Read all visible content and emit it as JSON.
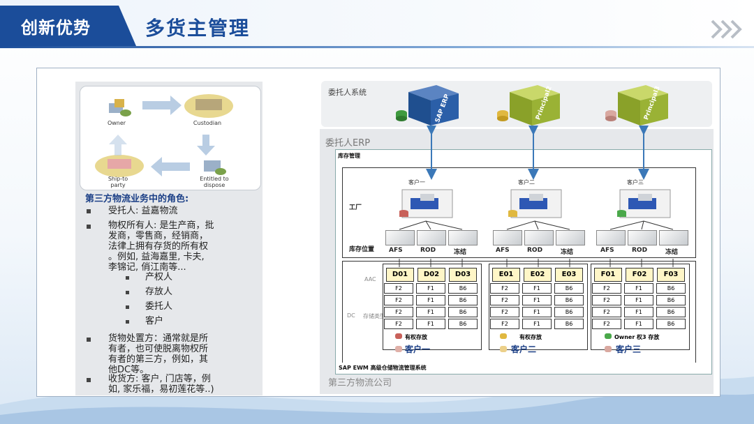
{
  "header": {
    "section_tab": "创新优势",
    "title": "多货主管理"
  },
  "flow": {
    "owner": "Owner",
    "custodian": "Custodian",
    "ship_to": "Ship-to\nparty",
    "entitled": "Entitled to\ndispose"
  },
  "roles": {
    "title": "第三方物流业务中的角色:",
    "items": [
      {
        "text": "受托人: 益嘉物流"
      },
      {
        "text": "物权所有人: 是生产商，批\n发商，零售商，经销商，\n法律上拥有存货的所有权\n。例如, 益海嘉里, 卡夫,\n李锦记, 俏江南等..."
      },
      {
        "text": "货物处置方：通常就是所\n有者，也可使脱离物权所\n有者的第三方，例如，其\n他DC等。"
      },
      {
        "text": "收货方: 客户, 门店等，例\n如, 家乐福，易初莲花等..)"
      }
    ],
    "sub_items": [
      "产权人",
      "存放人",
      "委托人",
      "客户"
    ]
  },
  "diagram": {
    "principal_system": "委托人系统",
    "principal_erp": "委托人ERP",
    "inventory_mgmt": "库存管理",
    "plant": "工厂",
    "storage_loc": "库存位置",
    "aac": "AAC",
    "dc": "DC",
    "storage_type": "存储类型",
    "ewm": "SAP EWM 高级仓储物流管理系统",
    "tpl": "第三方物流公司",
    "erps": [
      {
        "cap": "SAP ERP"
      },
      {
        "cap": "Principal2"
      },
      {
        "cap": "Principal3"
      }
    ],
    "customers": [
      {
        "top": "客户一",
        "bottom": "客户一",
        "stock": "有权存放",
        "headers": [
          "D01",
          "D02",
          "D03"
        ]
      },
      {
        "top": "客户二",
        "bottom": "客户二",
        "stock": "有权存放",
        "headers": [
          "E01",
          "E02",
          "E03"
        ]
      },
      {
        "top": "客户三",
        "bottom": "客户三",
        "stock": "Owner 权3 存放",
        "headers": [
          "F01",
          "F02",
          "F03"
        ]
      }
    ],
    "locs": [
      "AFS",
      "ROD",
      "冻结"
    ],
    "rows": [
      [
        "F2",
        "F1",
        "B6"
      ],
      [
        "F2",
        "F1",
        "B6"
      ],
      [
        "F2",
        "F1",
        "B6"
      ],
      [
        "F2",
        "F1",
        "B6"
      ]
    ],
    "colors": {
      "accent": "#1b4d9a",
      "cube_blue": "#1f4f8f",
      "cube_green": "#9ab235",
      "arrow": "#3b78b8"
    }
  }
}
